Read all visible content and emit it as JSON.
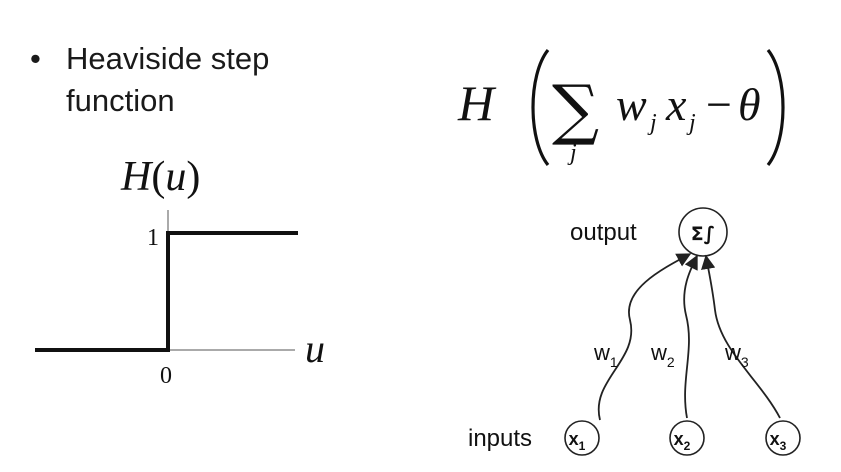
{
  "bullet": {
    "marker": "•",
    "line1": "Heaviside step",
    "line2": "function"
  },
  "formula": {
    "func": "H",
    "sum": "∑",
    "index": "j",
    "w": "w",
    "x": "x",
    "minus": "−",
    "theta": "θ"
  },
  "step_graph": {
    "title_func": "H",
    "title_var": "u",
    "y_tick": "1",
    "x_tick": "0",
    "x_axis_label": "u"
  },
  "perceptron": {
    "output_label": "output",
    "output_node": "Σ∫",
    "inputs_label": "inputs",
    "nodes": [
      {
        "name": "x",
        "sub": "1"
      },
      {
        "name": "x",
        "sub": "2"
      },
      {
        "name": "x",
        "sub": "3"
      }
    ],
    "weights": [
      {
        "name": "w",
        "sub": "1"
      },
      {
        "name": "w",
        "sub": "2"
      },
      {
        "name": "w",
        "sub": "3"
      }
    ]
  }
}
